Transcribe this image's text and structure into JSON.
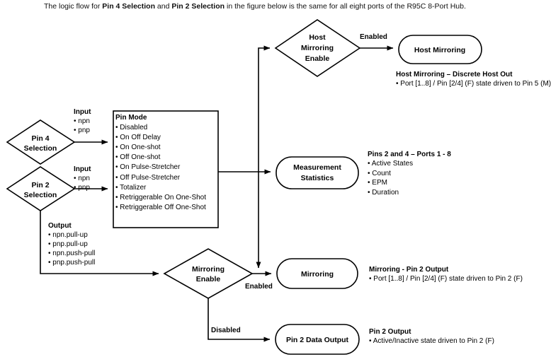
{
  "caption": {
    "part1": "The logic flow for ",
    "b1": "Pin 4 Selection",
    "part2": " and ",
    "b2": "Pin 2 Selection",
    "part3": " in the figure below is the same for all eight ports of the R95C 8-Port Hub."
  },
  "nodes": {
    "pin4_selection": {
      "line1": "Pin 4",
      "line2": "Selection"
    },
    "pin2_selection": {
      "line1": "Pin 2",
      "line2": "Selection"
    },
    "host_mirroring_enable": {
      "line1": "Host",
      "line2": "Mirroring",
      "line3": "Enable"
    },
    "host_mirroring": {
      "line1": "Host Mirroring"
    },
    "measurement_statistics": {
      "line1": "Measurement",
      "line2": "Statistics"
    },
    "mirroring_enable": {
      "line1": "Mirroring",
      "line2": "Enable"
    },
    "mirroring": {
      "line1": "Mirroring"
    },
    "pin2_data_output": {
      "line1": "Pin 2 Data Output"
    }
  },
  "edge_labels": {
    "host_enabled": "Enabled",
    "mirroring_enabled": "Enabled",
    "mirroring_disabled": "Disabled"
  },
  "input_pin4": {
    "header": "Input",
    "items": [
      "• npn",
      "• pnp"
    ]
  },
  "input_pin2": {
    "header": "Input",
    "items": [
      "• npn",
      "• pnp"
    ]
  },
  "output_pin2": {
    "header": "Output",
    "items": [
      "• npn.pull-up",
      "• pnp.pull-up",
      "• npn.push-pull",
      "• pnp.push-pull"
    ]
  },
  "pin_mode": {
    "header": "Pin Mode",
    "items": [
      "• Disabled",
      "• On Off Delay",
      "• On One-shot",
      "• Off One-shot",
      "• On Pulse-Stretcher",
      "• Off Pulse-Stretcher",
      "• Totalizer",
      "• Retriggerable On One-Shot",
      "• Retriggerable Off One-Shot"
    ]
  },
  "notes": {
    "host_mirroring": {
      "header": "Host Mirroring – Discrete Host Out",
      "items": [
        "• Port [1..8] / Pin [2/4] (F) state driven to Pin 5 (M)"
      ]
    },
    "measurement": {
      "header": "Pins 2 and 4 – Ports 1 - 8",
      "items": [
        "• Active States",
        "• Count",
        "• EPM",
        "• Duration"
      ]
    },
    "mirroring": {
      "header": "Mirroring - Pin 2 Output",
      "items": [
        "• Port [1..8] / Pin [2/4] (F) state driven to Pin 2 (F)"
      ]
    },
    "pin2_output": {
      "header": "Pin 2 Output",
      "items": [
        "• Active/Inactive state driven to Pin 2 (F)"
      ]
    }
  },
  "colors": {
    "stroke": "#000000",
    "background": "#ffffff",
    "text": "#000000"
  }
}
